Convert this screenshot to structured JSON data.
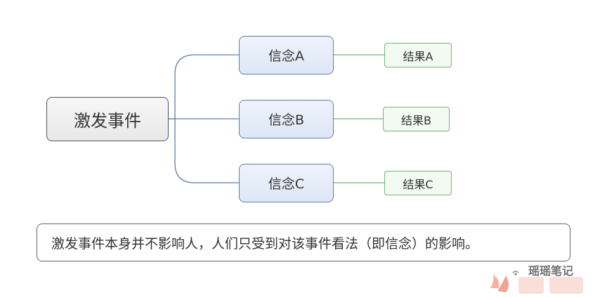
{
  "root": {
    "label": "激发事件"
  },
  "beliefs": [
    {
      "label": "信念A"
    },
    {
      "label": "信念B"
    },
    {
      "label": "信念C"
    }
  ],
  "results": [
    {
      "label": "结果A"
    },
    {
      "label": "结果B"
    },
    {
      "label": "结果C"
    }
  ],
  "note": {
    "text": "激发事件本身并不影响人，人们只受到对该事件看法（即信念）的影响。"
  },
  "watermark": {
    "text": "瑶瑶笔记",
    "logo": "fire-logo-icon"
  },
  "colors": {
    "root_border": "#555555",
    "belief_border": "#5c7fa8",
    "belief_link": "#5c7fa8",
    "result_border": "#74b57a",
    "result_link": "#74b57a",
    "note_border": "#666666"
  }
}
